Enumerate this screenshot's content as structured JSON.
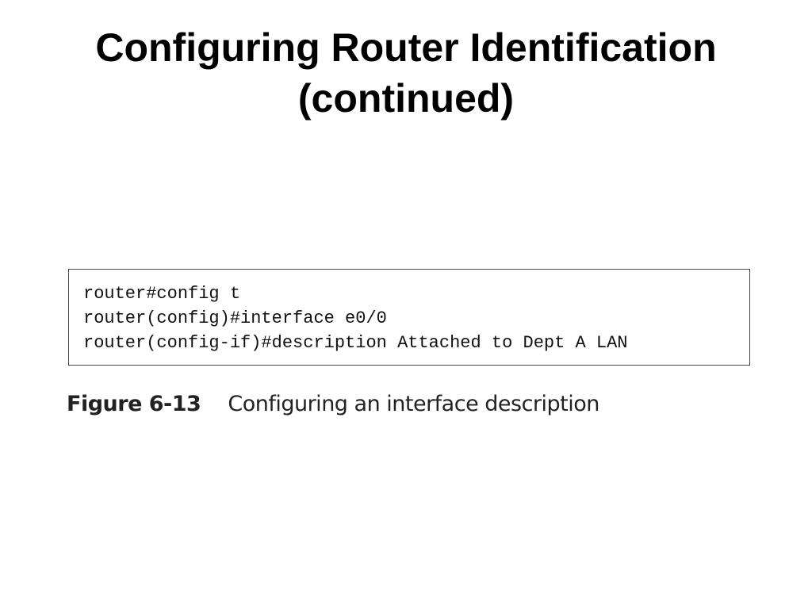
{
  "slide": {
    "title_line1": "Configuring Router Identification",
    "title_line2": "(continued)"
  },
  "code_box": {
    "lines": [
      "router#config t",
      "router(config)#interface e0/0",
      "router(config-if)#description Attached to Dept A LAN"
    ]
  },
  "figure": {
    "label": "Figure 6-13",
    "caption": "Configuring an interface description"
  }
}
